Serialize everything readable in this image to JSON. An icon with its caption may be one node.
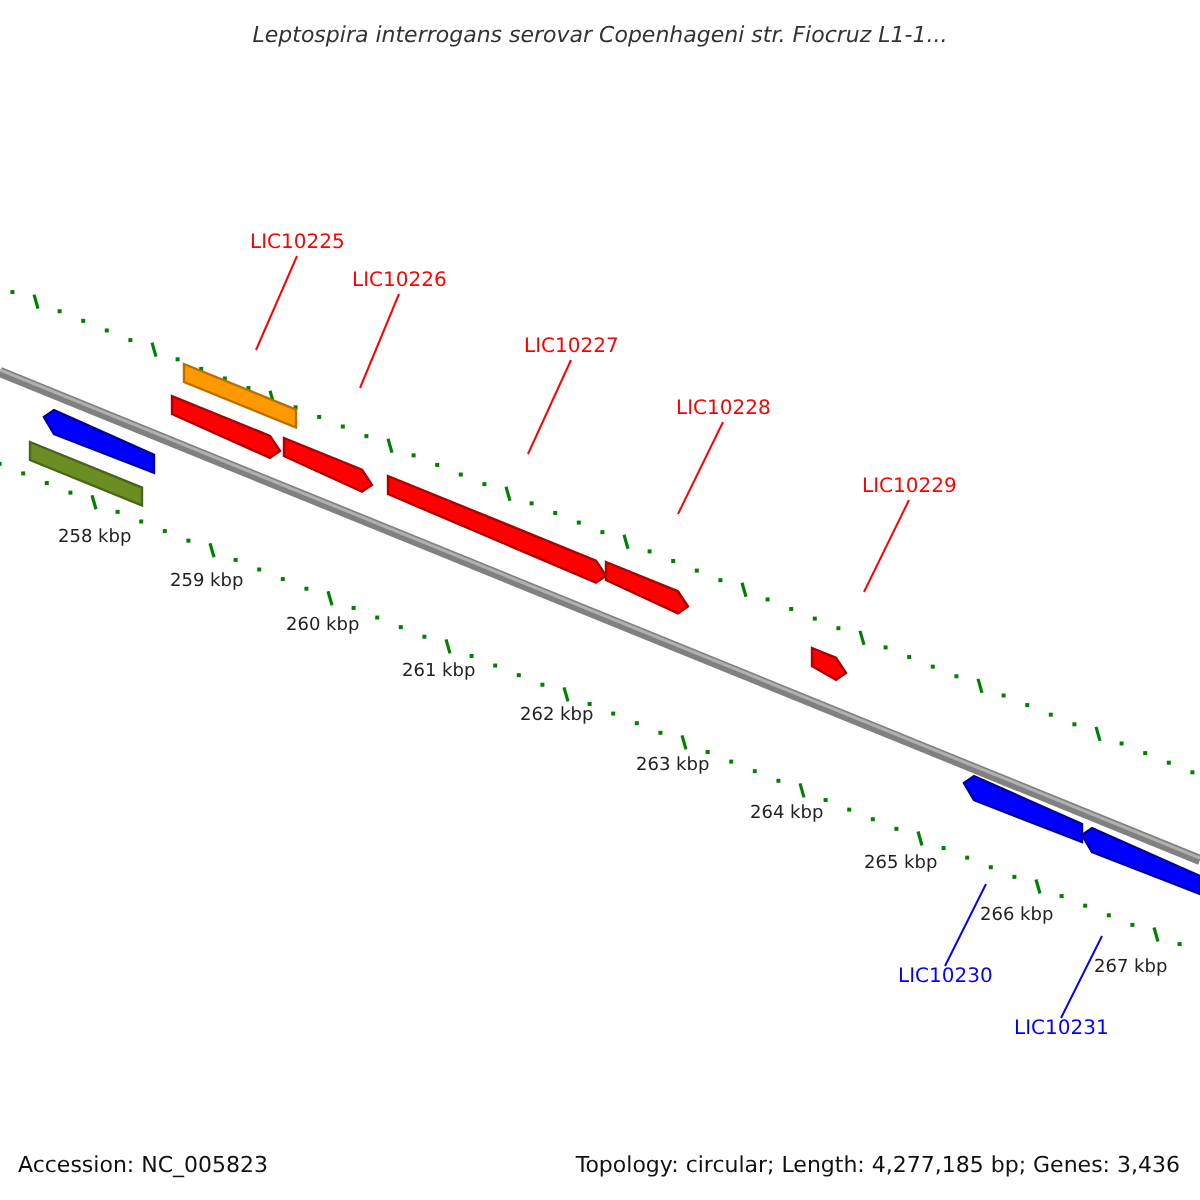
{
  "diagram": {
    "title": "Leptospira interrogans serovar Copenhageni str. Fiocruz L1-1...",
    "nodes": [
      {
        "text": [
          "LIC10225"
        ]
      },
      {
        "text": [
          "LIC10226"
        ]
      },
      {
        "text": [
          "LIC10227"
        ]
      },
      {
        "text": [
          "LIC10228"
        ]
      },
      {
        "text": [
          "LIC10229"
        ]
      },
      {
        "text": [
          "LIC10230"
        ]
      },
      {
        "text": [
          "LIC10231"
        ]
      }
    ],
    "edges": [
      {
        "from": 0,
        "to": null,
        "arrow": "none",
        "color": "#ff0000"
      },
      {
        "from": 1,
        "to": null,
        "arrow": "none",
        "color": "#ff0000"
      },
      {
        "from": 2,
        "to": null,
        "arrow": "none",
        "color": "#ff0000"
      },
      {
        "from": 3,
        "to": null,
        "arrow": "none",
        "color": "#ff0000"
      },
      {
        "from": 4,
        "to": null,
        "arrow": "none",
        "color": "#ff0000"
      },
      {
        "from": 5,
        "to": null,
        "arrow": "none",
        "color": "#0000ff"
      },
      {
        "from": 6,
        "to": null,
        "arrow": "none",
        "color": "#0000ff"
      }
    ],
    "labels": [
      "258 kbp",
      "259 kbp",
      "260 kbp",
      "261 kbp",
      "262 kbp",
      "263 kbp",
      "264 kbp",
      "265 kbp",
      "266 kbp",
      "267 kbp",
      "Accession: NC_005823",
      "Topology: circular; Length: 4,277,185 bp; Genes: 3,436"
    ]
  }
}
